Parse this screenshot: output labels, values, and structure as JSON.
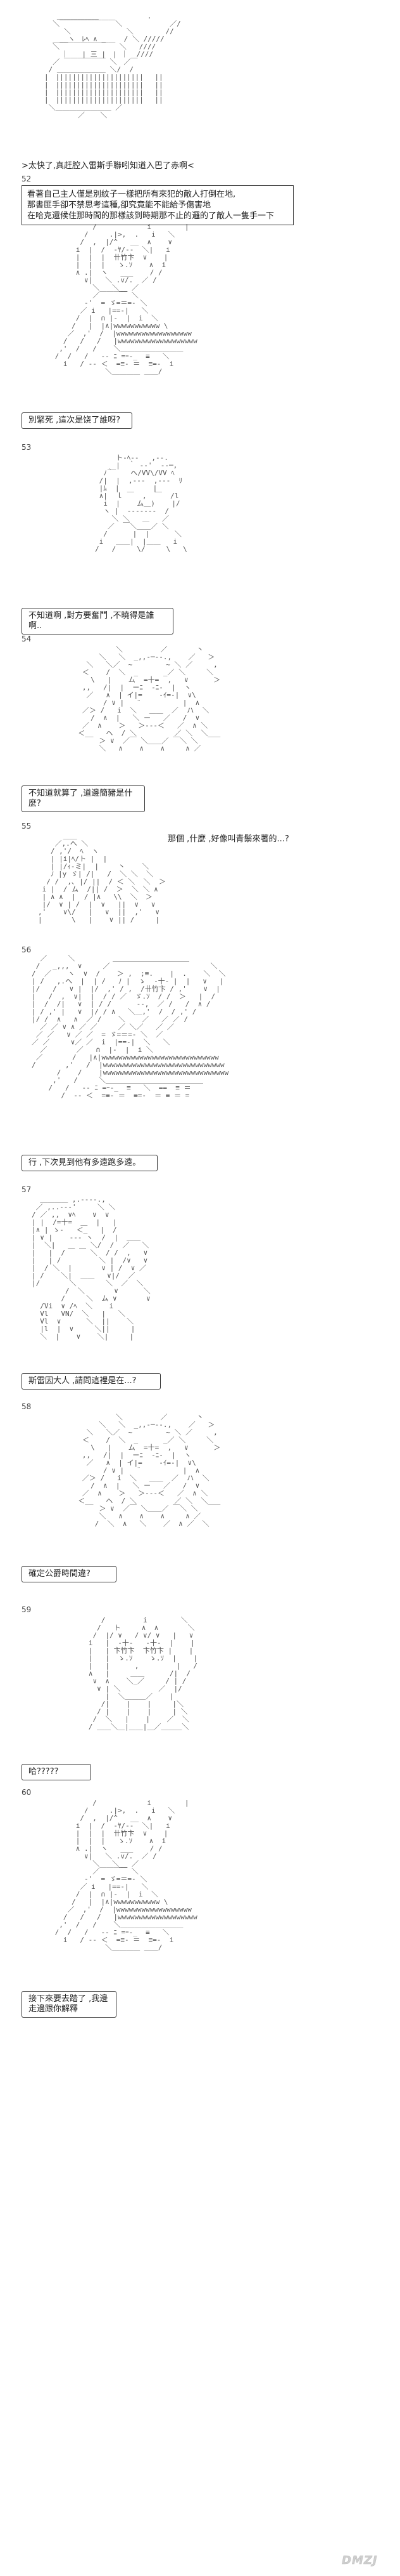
{
  "header_caption": ">太快了,真赶腔入雷斯手聯吲知道入巴了赤啊<",
  "panels": [
    {
      "number": "52",
      "narration": "看著自己主人僅是別紋子一樣把所有來犯的敵人打倒在地,\n那書匪手卻不禁思考這種,卻究竟能不能給予傷害地\n在哈克還候住那時間的那樣該到時期那不止的邏的了敵人一隻手一下",
      "speech": "別緊死 ,這次是饶了誰呀?"
    },
    {
      "number": "53",
      "speech": "不知道啊 ,對方要奮鬥 ,不曉得是誰啊.."
    },
    {
      "number": "54",
      "speech": "不知道就算了 ,道邊簡豬是什麼?"
    },
    {
      "number": "55",
      "speech": "那個 ,什麼 ,好像叫青鬃來著的...?"
    },
    {
      "number": "56",
      "speech": "行 ,下次見到他有多遠跑多遠。"
    },
    {
      "number": "57",
      "speech": "斯雷因大人 ,請問這裡是在...?"
    },
    {
      "number": "58",
      "speech": "確定公爵時間違?"
    },
    {
      "number": "59",
      "speech": "哈?????"
    },
    {
      "number": "60",
      "speech": "接下來要去踏了 ,我邊走邊跟你解釋"
    }
  ],
  "watermark": "DMZJ"
}
